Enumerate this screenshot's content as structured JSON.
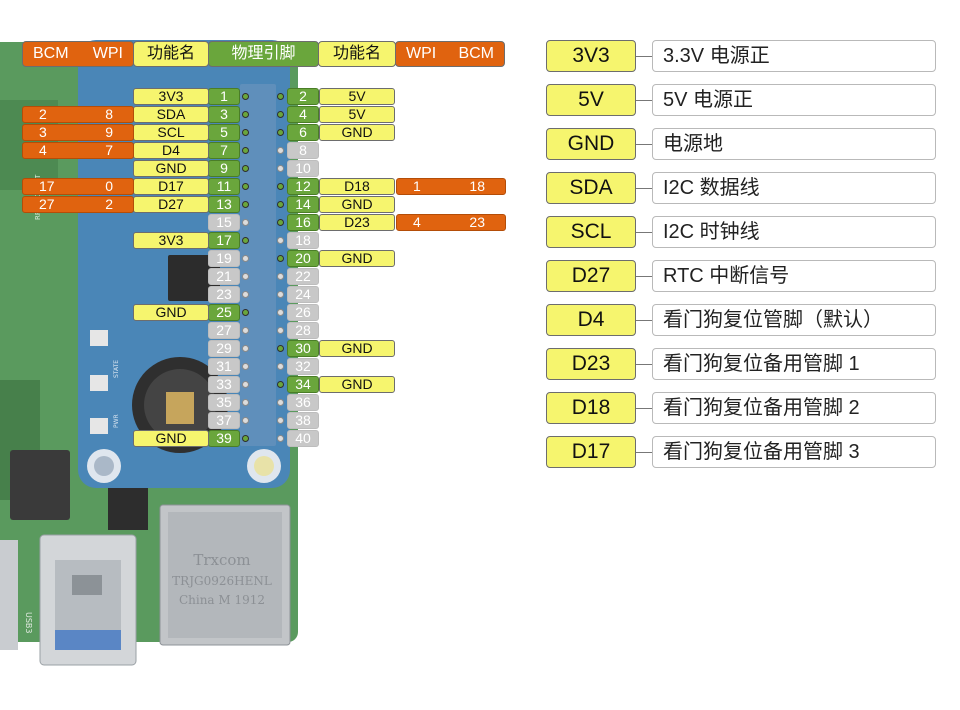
{
  "header": {
    "bcm": "BCM",
    "wpi": "WPI",
    "func_left": "功能名",
    "physical": "物理引脚",
    "func_right": "功能名"
  },
  "pins": [
    {
      "phys": "1",
      "func": "3V3",
      "active": true
    },
    {
      "phys": "2",
      "func": "5V",
      "active": true
    },
    {
      "phys": "3",
      "func": "SDA",
      "bcm": "2",
      "wpi": "8",
      "active": true
    },
    {
      "phys": "4",
      "func": "5V",
      "active": true
    },
    {
      "phys": "5",
      "func": "SCL",
      "bcm": "3",
      "wpi": "9",
      "active": true
    },
    {
      "phys": "6",
      "func": "GND",
      "active": true
    },
    {
      "phys": "7",
      "func": "D4",
      "bcm": "4",
      "wpi": "7",
      "active": true
    },
    {
      "phys": "8",
      "func": "",
      "active": false
    },
    {
      "phys": "9",
      "func": "GND",
      "active": true
    },
    {
      "phys": "10",
      "func": "",
      "active": false
    },
    {
      "phys": "11",
      "func": "D17",
      "bcm": "17",
      "wpi": "0",
      "active": true
    },
    {
      "phys": "12",
      "func": "D18",
      "bcm": "18",
      "wpi": "1",
      "active": true
    },
    {
      "phys": "13",
      "func": "D27",
      "bcm": "27",
      "wpi": "2",
      "active": true
    },
    {
      "phys": "14",
      "func": "GND",
      "active": true
    },
    {
      "phys": "15",
      "func": "",
      "active": false
    },
    {
      "phys": "16",
      "func": "D23",
      "bcm": "23",
      "wpi": "4",
      "active": true
    },
    {
      "phys": "17",
      "func": "3V3",
      "active": true
    },
    {
      "phys": "18",
      "func": "",
      "active": false
    },
    {
      "phys": "19",
      "func": "",
      "active": false
    },
    {
      "phys": "20",
      "func": "GND",
      "active": true
    },
    {
      "phys": "21",
      "func": "",
      "active": false
    },
    {
      "phys": "22",
      "func": "",
      "active": false
    },
    {
      "phys": "23",
      "func": "",
      "active": false
    },
    {
      "phys": "24",
      "func": "",
      "active": false
    },
    {
      "phys": "25",
      "func": "GND",
      "active": true
    },
    {
      "phys": "26",
      "func": "",
      "active": false
    },
    {
      "phys": "27",
      "func": "",
      "active": false
    },
    {
      "phys": "28",
      "func": "",
      "active": false
    },
    {
      "phys": "29",
      "func": "",
      "active": false
    },
    {
      "phys": "30",
      "func": "GND",
      "active": true
    },
    {
      "phys": "31",
      "func": "",
      "active": false
    },
    {
      "phys": "32",
      "func": "",
      "active": false
    },
    {
      "phys": "33",
      "func": "",
      "active": false
    },
    {
      "phys": "34",
      "func": "GND",
      "active": true
    },
    {
      "phys": "35",
      "func": "",
      "active": false
    },
    {
      "phys": "36",
      "func": "",
      "active": false
    },
    {
      "phys": "37",
      "func": "",
      "active": false
    },
    {
      "phys": "38",
      "func": "",
      "active": false
    },
    {
      "phys": "39",
      "func": "GND",
      "active": true
    },
    {
      "phys": "40",
      "func": "",
      "active": false
    }
  ],
  "legend": [
    {
      "key": "3V3",
      "desc": "3.3V 电源正"
    },
    {
      "key": "5V",
      "desc": "5V 电源正"
    },
    {
      "key": "GND",
      "desc": "电源地"
    },
    {
      "key": "SDA",
      "desc": "I2C 数据线"
    },
    {
      "key": "SCL",
      "desc": "I2C 时钟线"
    },
    {
      "key": "D27",
      "desc": "RTC 中断信号"
    },
    {
      "key": "D4",
      "desc": "看门狗复位管脚（默认）"
    },
    {
      "key": "D23",
      "desc": "看门狗复位备用管脚 1"
    },
    {
      "key": "D18",
      "desc": "看门狗复位备用管脚 2"
    },
    {
      "key": "D17",
      "desc": "看门狗复位备用管脚 3"
    }
  ],
  "board_text": {
    "jack_brand": "Trxcom",
    "jack_model": "TRJG0926HENL",
    "jack_origin": "China M 1912",
    "port_label": "USB3",
    "led_state": "STATE",
    "led_pwr": "PWR",
    "board_code": "RPi-RTC-WDT"
  },
  "colors": {
    "pin_label_yellow": "#f6f56e",
    "pin_active_green": "#6aa63c",
    "pin_inactive_gray": "#c8c8c8",
    "bcm_wpi_orange": "#e0630f",
    "hat_board_blue": "#4a86b7",
    "pi_board_green": "#5a9a5e"
  }
}
